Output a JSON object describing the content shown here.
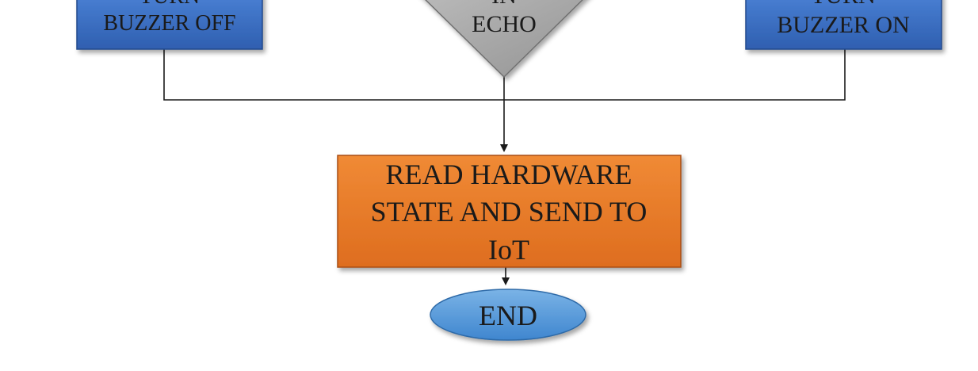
{
  "nodes": {
    "buzzer_off": {
      "lines": [
        "TURN",
        "BUZZER OFF"
      ]
    },
    "decision": {
      "lines": [
        "IN",
        "ECHO"
      ]
    },
    "buzzer_on": {
      "lines": [
        "TURN",
        "BUZZER ON"
      ]
    },
    "process": {
      "lines": [
        "READ HARDWARE",
        "STATE AND SEND TO",
        "IoT"
      ]
    },
    "end": {
      "lines": [
        "END"
      ]
    }
  },
  "colors": {
    "action_box": "#3a6fc6",
    "process_box": "#e37527",
    "decision": "#a9a9a9",
    "end_ellipse": "#5a9ad6",
    "connector": "#1a1a1a",
    "text": "#1a1a1a"
  }
}
